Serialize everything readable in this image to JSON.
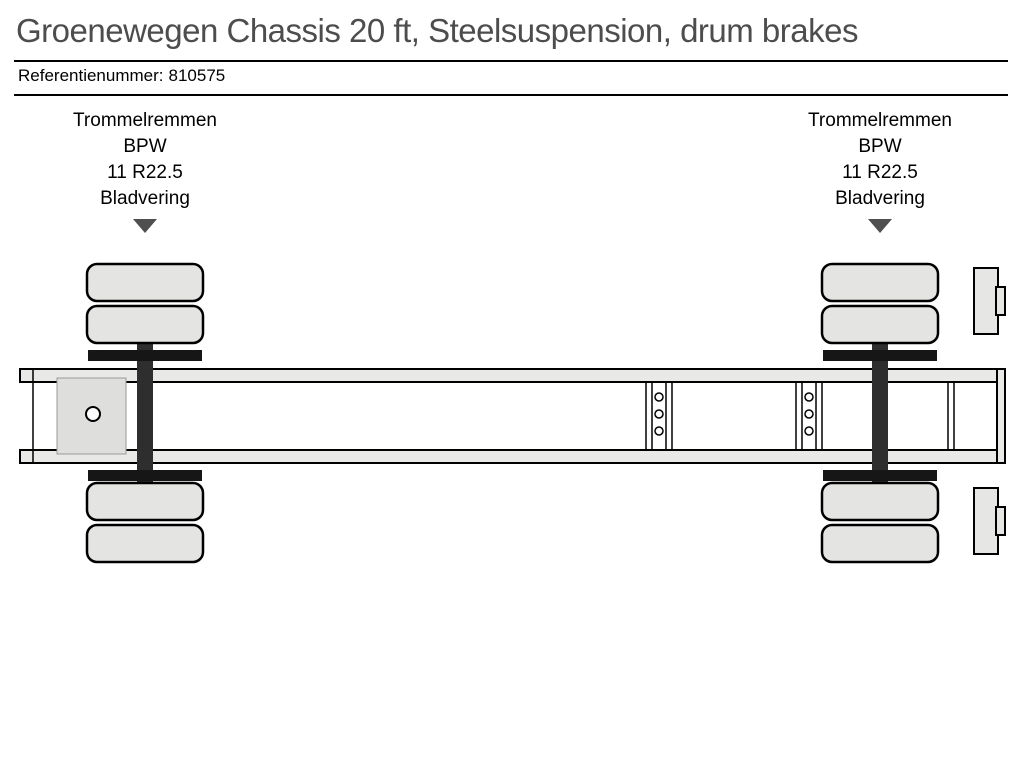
{
  "header": {
    "title": "Groenewegen Chassis 20 ft, Steelsuspension, drum brakes",
    "reference_label": "Referentienummer:",
    "reference_value": "810575"
  },
  "axle_annotations": {
    "left": {
      "lines": [
        "Trommelremmen",
        "BPW",
        "11 R22.5",
        "Bladvering"
      ]
    },
    "right": {
      "lines": [
        "Trommelremmen",
        "BPW",
        "11 R22.5",
        "Bladvering"
      ]
    }
  },
  "icons": {
    "down_arrow": "triangle-down"
  },
  "colors": {
    "title_text": "#4d4d4d",
    "rule": "#000000",
    "wheel_fill": "#e4e4e2",
    "rail_fill": "#e9e9e7",
    "axle_fill": "#2e2e2e",
    "arrow": "#4f4f4f"
  }
}
